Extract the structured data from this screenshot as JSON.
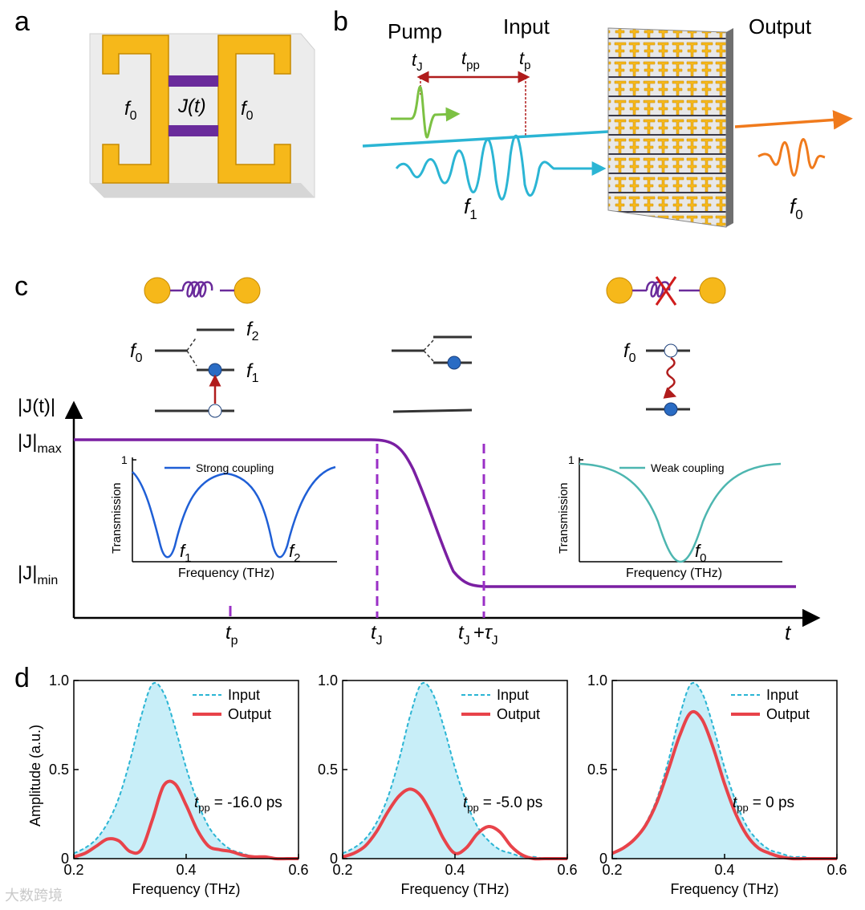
{
  "panels": {
    "a": {
      "label": "a",
      "left_resonance": "f",
      "left_resonance_sub": "0",
      "coupling": "J(t)",
      "right_resonance": "f",
      "right_resonance_sub": "0",
      "colors": {
        "gold": "#f6b81a",
        "link": "#6a2b9b",
        "substrate": "#e9e9e9"
      }
    },
    "b": {
      "label": "b",
      "pump": "Pump",
      "input": "Input",
      "output": "Output",
      "t_j": "t",
      "t_j_sub": "J",
      "t_pp": "t",
      "t_pp_sub": "pp",
      "t_p": "t",
      "t_p_sub": "p",
      "f1": "f",
      "f1_sub": "1",
      "f0": "f",
      "f0_sub": "0",
      "colors": {
        "pump": "#7cc143",
        "input": "#2bb5d4",
        "output": "#f07a1c",
        "delay": "#b01c1c"
      }
    },
    "c": {
      "label": "c",
      "levels_left": {
        "f0": "f",
        "f0_sub": "0",
        "f2": "f",
        "f2_sub": "2",
        "f1": "f",
        "f1_sub": "1"
      },
      "levels_right": {
        "f0": "f",
        "f0_sub": "0"
      },
      "y_axis_label": "|J(t)|",
      "y_max_label": "|J|",
      "y_max_sub": "max",
      "y_min_label": "|J|",
      "y_min_sub": "min",
      "x_axis_label": "t",
      "tick_tp": "t",
      "tick_tp_sub": "p",
      "tick_tj": "t",
      "tick_tj_sub": "J",
      "tick_tj_tau": "t",
      "tick_tj_tau_sub": "J",
      "tick_tj_tau_plus": "+τ",
      "tick_tj_tau_sub2": "J",
      "inset_strong": {
        "legend": "Strong coupling",
        "ylabel": "Transmission",
        "xlabel": "Frequency (THz)",
        "ytick": "1",
        "dip1": "f",
        "dip1_sub": "1",
        "dip2": "f",
        "dip2_sub": "2",
        "color": "#1f5fd6"
      },
      "inset_weak": {
        "legend": "Weak coupling",
        "ylabel": "Transmission",
        "xlabel": "Frequency (THz)",
        "ytick": "1",
        "dip": "f",
        "dip_sub": "0",
        "color": "#4db6b0"
      },
      "curve_color": "#7a1fa2"
    },
    "d": {
      "label": "d",
      "ylabel": "Amplitude (a.u.)"
    }
  },
  "chart_data": [
    {
      "type": "line",
      "xlabel": "Frequency (THz)",
      "ylabel": "Amplitude (a.u.)",
      "xlim": [
        0.2,
        0.6
      ],
      "ylim": [
        0,
        1.0
      ],
      "xticks": [
        "0.2",
        "0.4",
        "0.6"
      ],
      "yticks": [
        "0",
        "0.5",
        "1.0"
      ],
      "annotation": {
        "t": "t",
        "sub": "pp",
        "rest": "= -16.0 ps"
      },
      "legend": [
        "Input",
        "Output"
      ],
      "x": [
        0.2,
        0.22,
        0.24,
        0.26,
        0.28,
        0.3,
        0.32,
        0.34,
        0.36,
        0.38,
        0.4,
        0.42,
        0.44,
        0.46,
        0.48,
        0.5,
        0.52,
        0.54,
        0.56,
        0.58,
        0.6
      ],
      "series": [
        {
          "name": "Input",
          "values": [
            0.03,
            0.06,
            0.11,
            0.2,
            0.34,
            0.55,
            0.8,
            0.98,
            0.93,
            0.74,
            0.51,
            0.32,
            0.18,
            0.1,
            0.05,
            0.03,
            0.01,
            0.01,
            0.0,
            0.0,
            0.0
          ]
        },
        {
          "name": "Output",
          "values": [
            0.01,
            0.03,
            0.07,
            0.11,
            0.1,
            0.04,
            0.05,
            0.22,
            0.41,
            0.42,
            0.3,
            0.16,
            0.07,
            0.05,
            0.04,
            0.02,
            0.01,
            0.01,
            0.0,
            0.0,
            0.0
          ]
        }
      ]
    },
    {
      "type": "line",
      "xlabel": "Frequency (THz)",
      "ylabel": "Amplitude (a.u.)",
      "xlim": [
        0.2,
        0.6
      ],
      "ylim": [
        0,
        1.0
      ],
      "xticks": [
        "0.2",
        "0.4",
        "0.6"
      ],
      "yticks": [
        "0",
        "0.5",
        "1.0"
      ],
      "annotation": {
        "t": "t",
        "sub": "pp",
        "rest": "= -5.0 ps"
      },
      "legend": [
        "Input",
        "Output"
      ],
      "x": [
        0.2,
        0.22,
        0.24,
        0.26,
        0.28,
        0.3,
        0.32,
        0.34,
        0.36,
        0.38,
        0.4,
        0.42,
        0.44,
        0.46,
        0.48,
        0.5,
        0.52,
        0.54,
        0.56,
        0.58,
        0.6
      ],
      "series": [
        {
          "name": "Input",
          "values": [
            0.03,
            0.06,
            0.11,
            0.2,
            0.34,
            0.55,
            0.8,
            0.98,
            0.93,
            0.74,
            0.51,
            0.32,
            0.18,
            0.1,
            0.05,
            0.03,
            0.01,
            0.01,
            0.0,
            0.0,
            0.0
          ]
        },
        {
          "name": "Output",
          "values": [
            0.01,
            0.03,
            0.07,
            0.15,
            0.26,
            0.35,
            0.39,
            0.35,
            0.24,
            0.11,
            0.03,
            0.06,
            0.14,
            0.18,
            0.15,
            0.07,
            0.02,
            0.0,
            0.0,
            0.0,
            0.0
          ]
        }
      ]
    },
    {
      "type": "line",
      "xlabel": "Frequency (THz)",
      "ylabel": "Amplitude (a.u.)",
      "xlim": [
        0.2,
        0.6
      ],
      "ylim": [
        0,
        1.0
      ],
      "xticks": [
        "0.2",
        "0.4",
        "0.6"
      ],
      "yticks": [
        "0",
        "0.5",
        "1.0"
      ],
      "annotation": {
        "t": "t",
        "sub": "pp",
        "rest": "= 0 ps"
      },
      "legend": [
        "Input",
        "Output"
      ],
      "x": [
        0.2,
        0.22,
        0.24,
        0.26,
        0.28,
        0.3,
        0.32,
        0.34,
        0.36,
        0.38,
        0.4,
        0.42,
        0.44,
        0.46,
        0.48,
        0.5,
        0.52,
        0.54,
        0.56,
        0.58,
        0.6
      ],
      "series": [
        {
          "name": "Input",
          "values": [
            0.03,
            0.06,
            0.11,
            0.2,
            0.34,
            0.55,
            0.8,
            0.98,
            0.93,
            0.74,
            0.51,
            0.32,
            0.18,
            0.1,
            0.05,
            0.03,
            0.01,
            0.01,
            0.0,
            0.0,
            0.0
          ]
        },
        {
          "name": "Output",
          "values": [
            0.03,
            0.06,
            0.11,
            0.19,
            0.32,
            0.5,
            0.69,
            0.82,
            0.78,
            0.62,
            0.42,
            0.25,
            0.13,
            0.06,
            0.03,
            0.01,
            0.0,
            0.0,
            0.0,
            0.0,
            0.0
          ]
        }
      ]
    }
  ],
  "watermark": "大数跨境"
}
